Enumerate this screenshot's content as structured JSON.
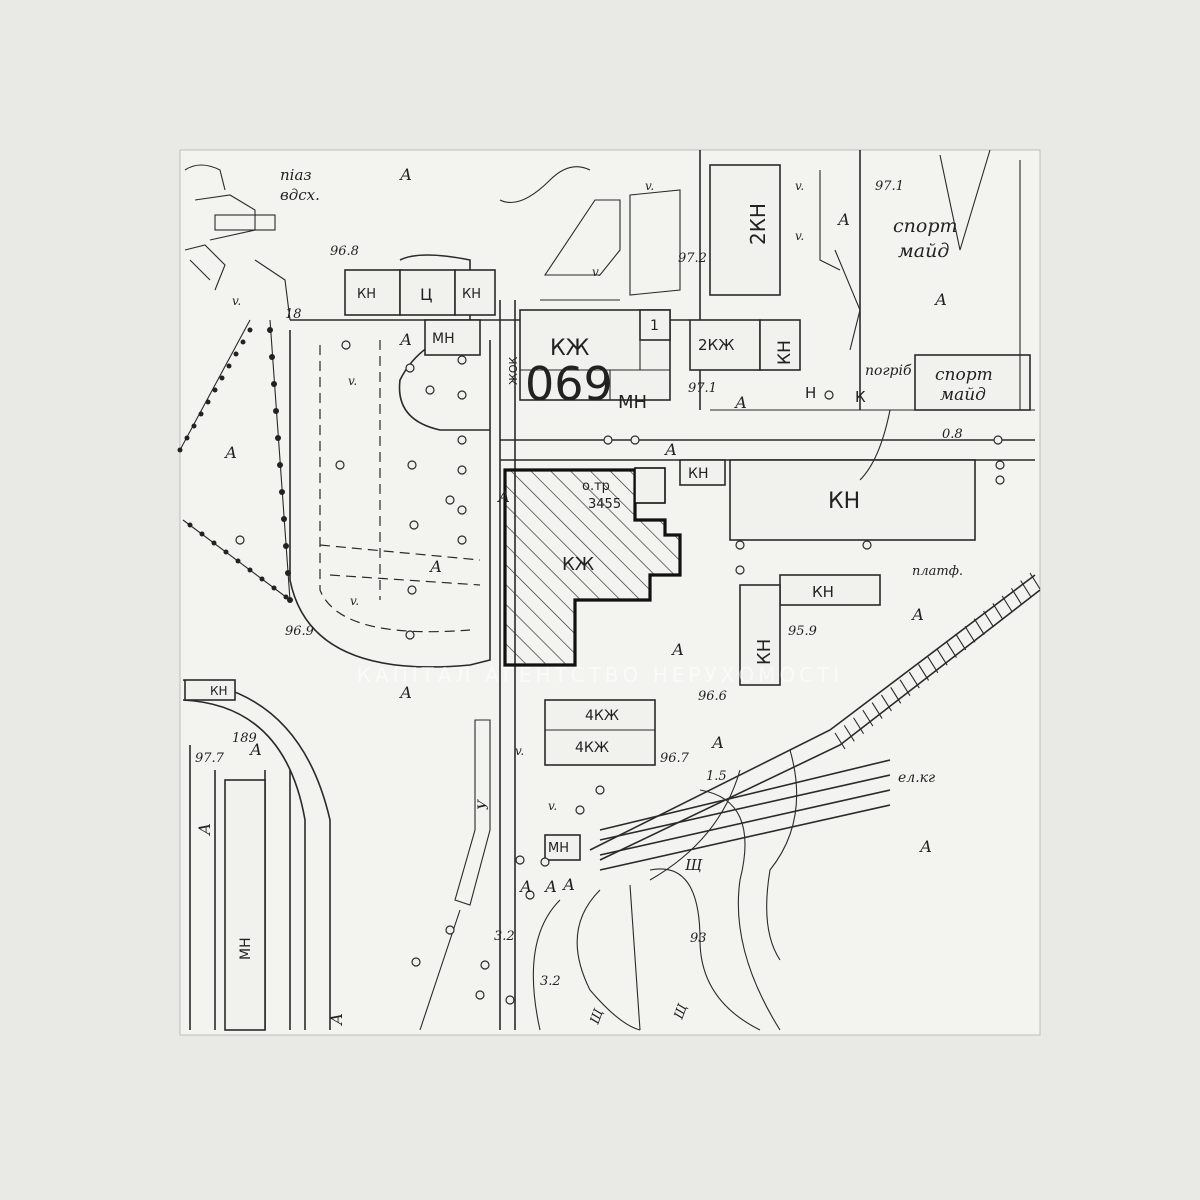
{
  "map": {
    "sheet_number": "069",
    "watermark": "КАПІТАЛ АГЕНТСТВО НЕРУХОМОСТІ",
    "plot": {
      "label_top": "о.тр",
      "number": "3455",
      "building_type": "КЖ"
    },
    "labels": {
      "pedestrian_crossing_1": "пiаз",
      "pedestrian_crossing_2": "вдсх.",
      "sport_ground_1a": "спорт",
      "sport_ground_1b": "майд",
      "sport_ground_2a": "спорт",
      "sport_ground_2b": "майд",
      "cellar": "погріб",
      "platform": "платф.",
      "power_line": "ел.кг",
      "kn": "КН",
      "mn": "МН",
      "ts": "Ц",
      "kzh": "КЖ",
      "kzh_2": "2КЖ",
      "kn_2": "2КН",
      "kzh_4": "4КЖ",
      "n": "Н",
      "k": "К",
      "one": "1",
      "a": "А",
      "shch": "Щ",
      "u": "У",
      "v": "v.",
      "entrance": "ЖОК"
    },
    "elevations": {
      "e968": "96.8",
      "e971a": "97.1",
      "e972": "97.2",
      "e971b": "97.1",
      "e08": "0.8",
      "e18": "18",
      "e969": "96.9",
      "e959": "95.9",
      "e966": "96.6",
      "e967": "96.7",
      "e15": "1.5",
      "e977": "97.7",
      "e189": "189",
      "e32a": "3.2",
      "e32b": "3.2",
      "e93": "93"
    }
  }
}
